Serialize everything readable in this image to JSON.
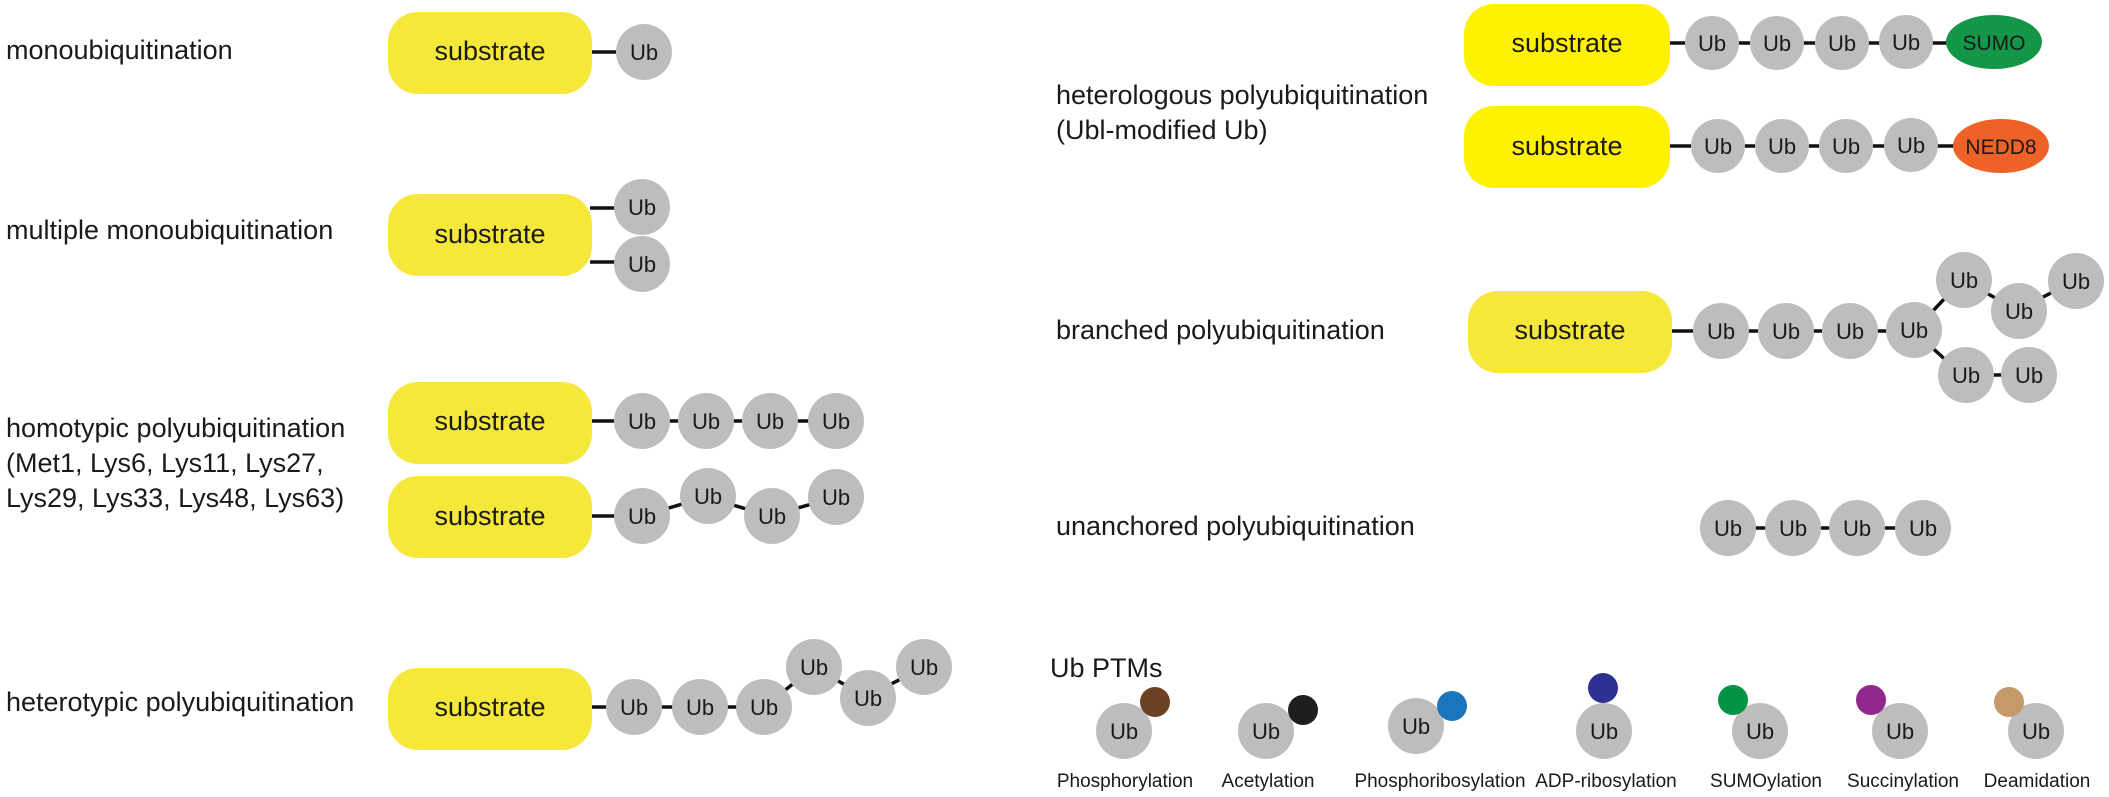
{
  "colors": {
    "substrate": "#f5e83a",
    "substrate_bright": "#fff200",
    "ub": "#bdbdbd",
    "link": "#111111",
    "sumo": "#139647",
    "nedd8": "#ee6127",
    "ptm_phosphorylation": "#6b4225",
    "ptm_acetylation": "#1e1e1e",
    "ptm_phosphoribosylation": "#1b75bc",
    "ptm_adp_ribosylation": "#2e3192",
    "ptm_sumoylation": "#009444",
    "ptm_succinylation": "#92278f",
    "ptm_deamidation": "#c49a6c"
  },
  "common": {
    "substrate_label": "substrate",
    "ub_label": "Ub"
  },
  "labels": {
    "monoubiquitination": "monoubiquitination",
    "multiple_mono": "multiple monoubiquitination",
    "homotypic_line1": "homotypic polyubiquitination",
    "homotypic_line2": "(Met1, Lys6, Lys11, Lys27,",
    "homotypic_line3": "Lys29, Lys33, Lys48, Lys63)",
    "heterotypic": "heterotypic polyubiquitination",
    "heterologous_line1": "heterologous polyubiquitination",
    "heterologous_line2": "(Ubl-modified Ub)",
    "branched": "branched polyubiquitination",
    "unanchored": "unanchored polyubiquitination"
  },
  "ubl_tags": {
    "sumo": "SUMO",
    "nedd8": "NEDD8"
  },
  "ptms": {
    "heading": "Ub PTMs",
    "items": [
      {
        "name": "Phosphorylation",
        "color_key": "ptm_phosphorylation"
      },
      {
        "name": "Acetylation",
        "color_key": "ptm_acetylation"
      },
      {
        "name": "Phosphoribosylation",
        "color_key": "ptm_phosphoribosylation"
      },
      {
        "name": "ADP-ribosylation",
        "color_key": "ptm_adp_ribosylation"
      },
      {
        "name": "SUMOylation",
        "color_key": "ptm_sumoylation"
      },
      {
        "name": "Succinylation",
        "color_key": "ptm_succinylation"
      },
      {
        "name": "Deamidation",
        "color_key": "ptm_deamidation"
      }
    ]
  }
}
